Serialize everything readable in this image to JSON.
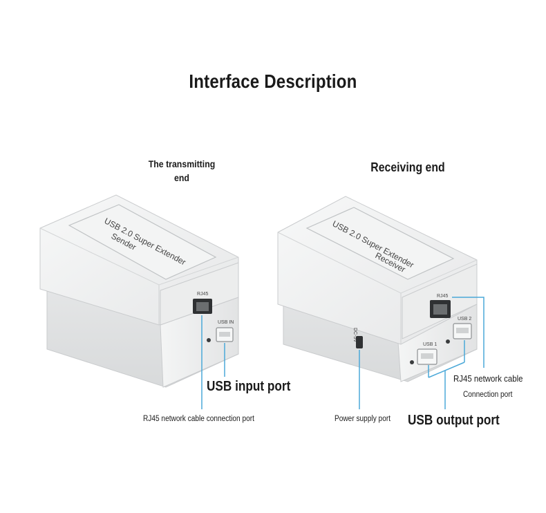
{
  "title": "Interface Description",
  "sender": {
    "heading": "The transmitting end",
    "device_label_line1": "USB 2.0 Super Extender",
    "device_label_line2": "Sender",
    "rj45_port_label": "RJ45",
    "usb_port_label": "USB IN",
    "usb_callout": "USB input port",
    "rj45_callout": "RJ45 network cable connection port"
  },
  "receiver": {
    "heading": "Receiving end",
    "device_label_line1": "USB 2.0 Super Extender",
    "device_label_line2": "Receiver",
    "rj45_port_label": "RJ45",
    "power_port_label": "DC-5V",
    "usb1_label": "USB 1",
    "usb2_label": "USB 2",
    "rj45_callout_line1": "RJ45 network cable",
    "rj45_callout_line2": "Connection port",
    "power_callout": "Power supply port",
    "usb_callout": "USB output port"
  },
  "colors": {
    "callout_line": "#4aa8d8",
    "device_body": "#eff0f0",
    "device_edge": "#c9cbcd"
  }
}
